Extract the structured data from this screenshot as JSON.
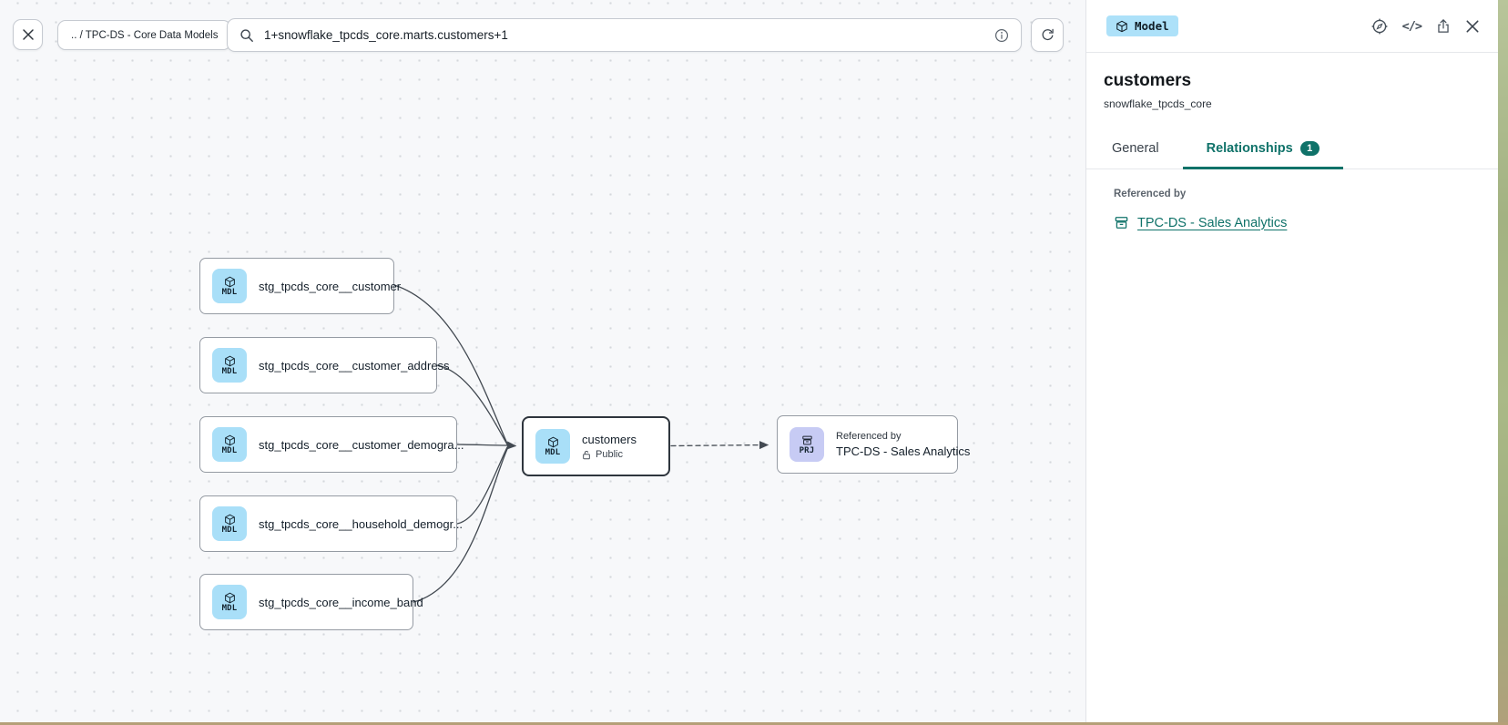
{
  "toolbar": {
    "breadcrumb": ".. / TPC-DS - Core Data Models",
    "search_value": "1+snowflake_tpcds_core.marts.customers+1"
  },
  "canvas": {
    "nodes": [
      {
        "badge": "MDL",
        "label": "stg_tpcds_core__customer"
      },
      {
        "badge": "MDL",
        "label": "stg_tpcds_core__customer_address"
      },
      {
        "badge": "MDL",
        "label": "stg_tpcds_core__customer_demogra..."
      },
      {
        "badge": "MDL",
        "label": "stg_tpcds_core__household_demogr..."
      },
      {
        "badge": "MDL",
        "label": "stg_tpcds_core__income_band"
      }
    ],
    "main_node": {
      "badge": "MDL",
      "label": "customers",
      "access": "Public"
    },
    "ref_node": {
      "badge": "PRJ",
      "caption": "Referenced by",
      "label": "TPC-DS - Sales Analytics"
    }
  },
  "panel": {
    "type_badge": "Model",
    "title": "customers",
    "subtitle": "snowflake_tpcds_core",
    "tabs": [
      {
        "label": "General",
        "active": false
      },
      {
        "label": "Relationships",
        "badge": "1",
        "active": true
      }
    ],
    "referenced_by": {
      "heading": "Referenced by",
      "link": "TPC-DS - Sales Analytics"
    }
  },
  "icons": {
    "code": "</>",
    "close": "x-icon",
    "search": "magnifier-icon",
    "info": "info-circle-icon",
    "refresh": "circular-arrow-icon",
    "lineage": "compass-icon",
    "share": "export-icon",
    "model": "cube-icon",
    "project": "archive-icon",
    "public_access": "open-lock-icon"
  },
  "colors": {
    "accent_teal": "#0f7269",
    "model_badge_blue": "#a9dff8",
    "project_badge_purple": "#c7cbf4",
    "canvas_background": "#f7f8fa",
    "selected_node_border": "#2e353d"
  }
}
